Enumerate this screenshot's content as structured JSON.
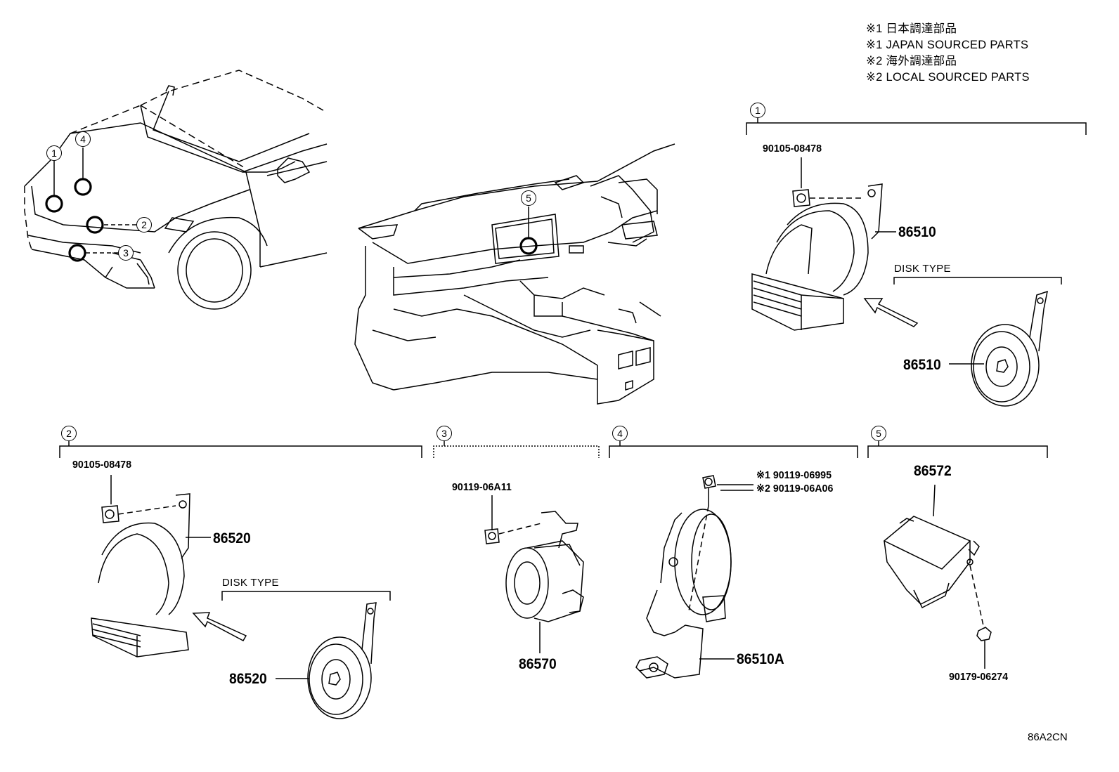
{
  "legend": [
    "※1 日本調達部品",
    "※1 JAPAN SOURCED PARTS",
    "※2 海外調達部品",
    "※2 LOCAL SOURCED PARTS"
  ],
  "callouts": {
    "c1": "1",
    "c2": "2",
    "c3": "3",
    "c4": "4",
    "c5": "5"
  },
  "groups": {
    "g1": {
      "callout": "1",
      "bolt": "90105-08478",
      "horn": "86510",
      "disk_caption": "DISK TYPE",
      "disk_horn": "86510"
    },
    "g2": {
      "callout": "2",
      "bolt": "90105-08478",
      "horn": "86520",
      "disk_caption": "DISK TYPE",
      "disk_horn": "86520"
    },
    "g3": {
      "callout": "3",
      "bolt": "90119-06A11",
      "part": "86570"
    },
    "g4": {
      "callout": "4",
      "bolt1": "※1 90119-06995",
      "bolt2": "※2 90119-06A06",
      "part": "86510A"
    },
    "g5": {
      "callout": "5",
      "part": "86572",
      "nut": "90179-06274"
    }
  },
  "drawing_id": "86A2CN"
}
